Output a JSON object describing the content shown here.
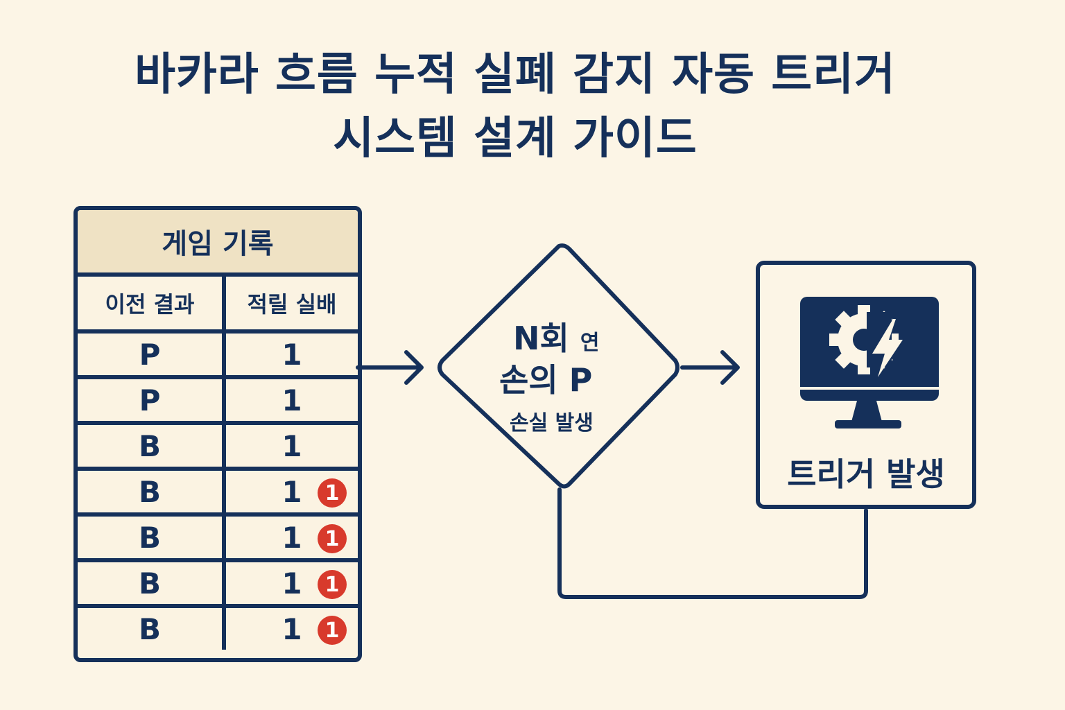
{
  "title": {
    "line1": "바카라 흐름 누적 실폐 감지 자동 트리거",
    "line2": "시스템 설계 가이드"
  },
  "table": {
    "header": "게임 기록",
    "columns": [
      "이전 결과",
      "적릴 실배"
    ],
    "rows": [
      {
        "result": "P",
        "count": "1",
        "badge": ""
      },
      {
        "result": "P",
        "count": "1",
        "badge": ""
      },
      {
        "result": "B",
        "count": "1",
        "badge": ""
      },
      {
        "result": "B",
        "count": "1",
        "badge": "1"
      },
      {
        "result": "B",
        "count": "1",
        "badge": "1"
      },
      {
        "result": "B",
        "count": "1",
        "badge": "1"
      },
      {
        "result": "B",
        "count": "1",
        "badge": "1"
      }
    ]
  },
  "decision": {
    "line1": "N회",
    "line1_small": "연",
    "line2": "손의 P",
    "line3": "손실 발생"
  },
  "trigger": {
    "label": "트리거 발생",
    "icon": "monitor-gear-lightning-icon"
  },
  "colors": {
    "navy": "#15305a",
    "background": "#fcf5e6",
    "header_fill": "#efe2c4",
    "badge": "#d83a2c"
  }
}
